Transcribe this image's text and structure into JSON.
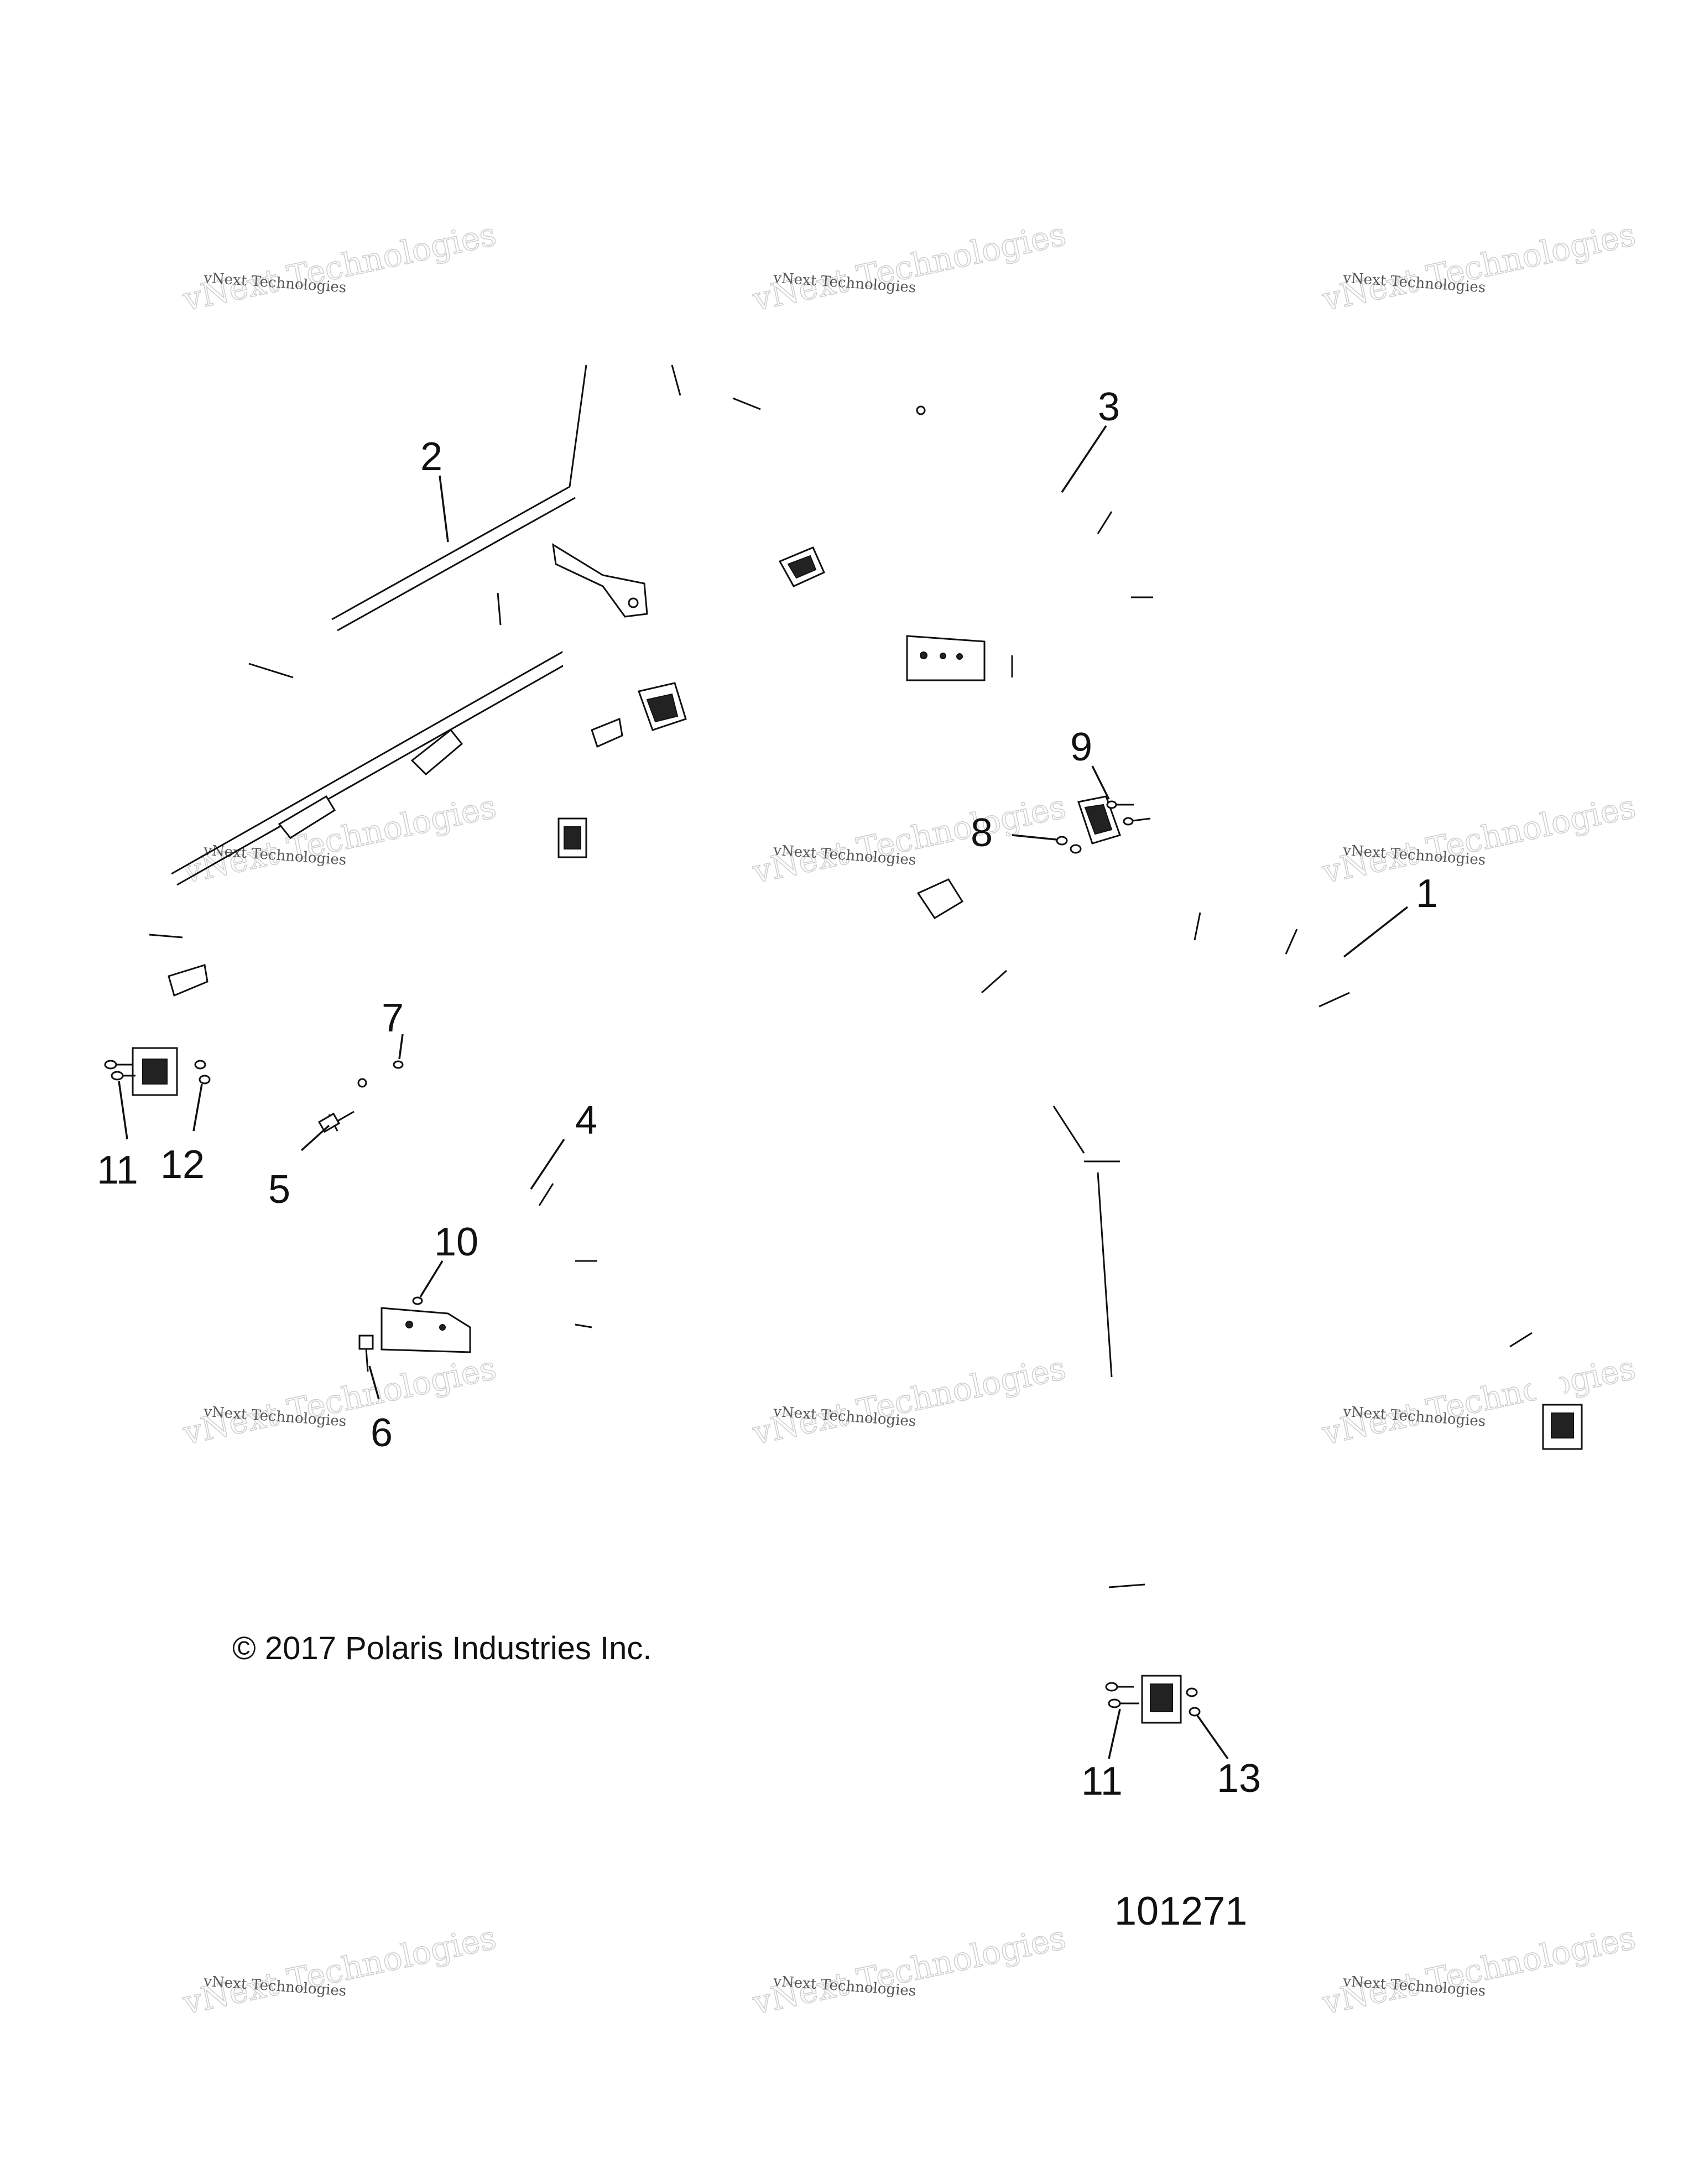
{
  "callouts": {
    "c1": "1",
    "c2": "2",
    "c3": "3",
    "c4": "4",
    "c5": "5",
    "c6": "6",
    "c7": "7",
    "c8": "8",
    "c9": "9",
    "c10": "10",
    "c11a": "11",
    "c11b": "11",
    "c12": "12",
    "c13": "13"
  },
  "copyright": "© 2017 Polaris Industries Inc.",
  "drawing_number": "101271",
  "watermark": {
    "line1": "vNext Technologies",
    "line2": "vNext Technologies"
  }
}
